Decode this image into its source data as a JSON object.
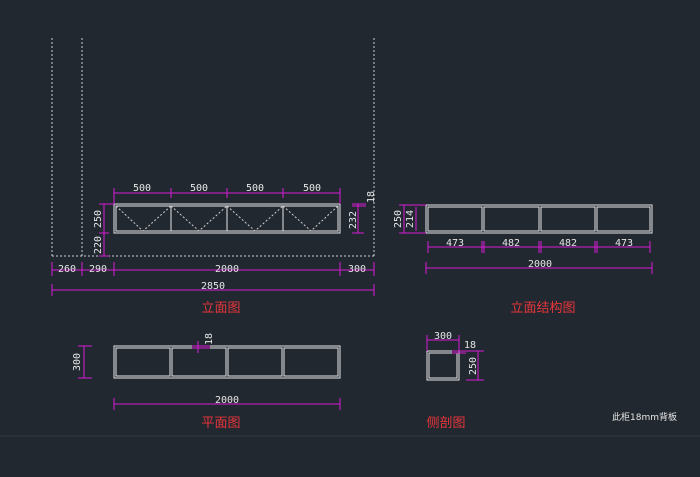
{
  "elevation": {
    "top_widths": [
      "500",
      "500",
      "500",
      "500"
    ],
    "right_top": "18",
    "right_side": "232",
    "left_height": "250",
    "left_low": "220",
    "bottom_left": "260",
    "bottom_gap": "290",
    "bottom_main": "2000",
    "bottom_right": "300",
    "overall": "2850",
    "title": "立面图"
  },
  "structure": {
    "left_outer": "250",
    "left_inner": "214",
    "bays": [
      "473",
      "482",
      "482",
      "473"
    ],
    "total": "2000",
    "title": "立面结构图"
  },
  "plan": {
    "depth": "300",
    "board": "18",
    "width": "2000",
    "title": "平面图"
  },
  "section": {
    "width": "300",
    "board": "18",
    "height": "250",
    "title": "侧剖图"
  },
  "note": "此柜18mm背板",
  "colors": {
    "background": "#212830",
    "dimension": "#d61bd6",
    "title": "#e8353a",
    "line": "#e6e6e6"
  }
}
